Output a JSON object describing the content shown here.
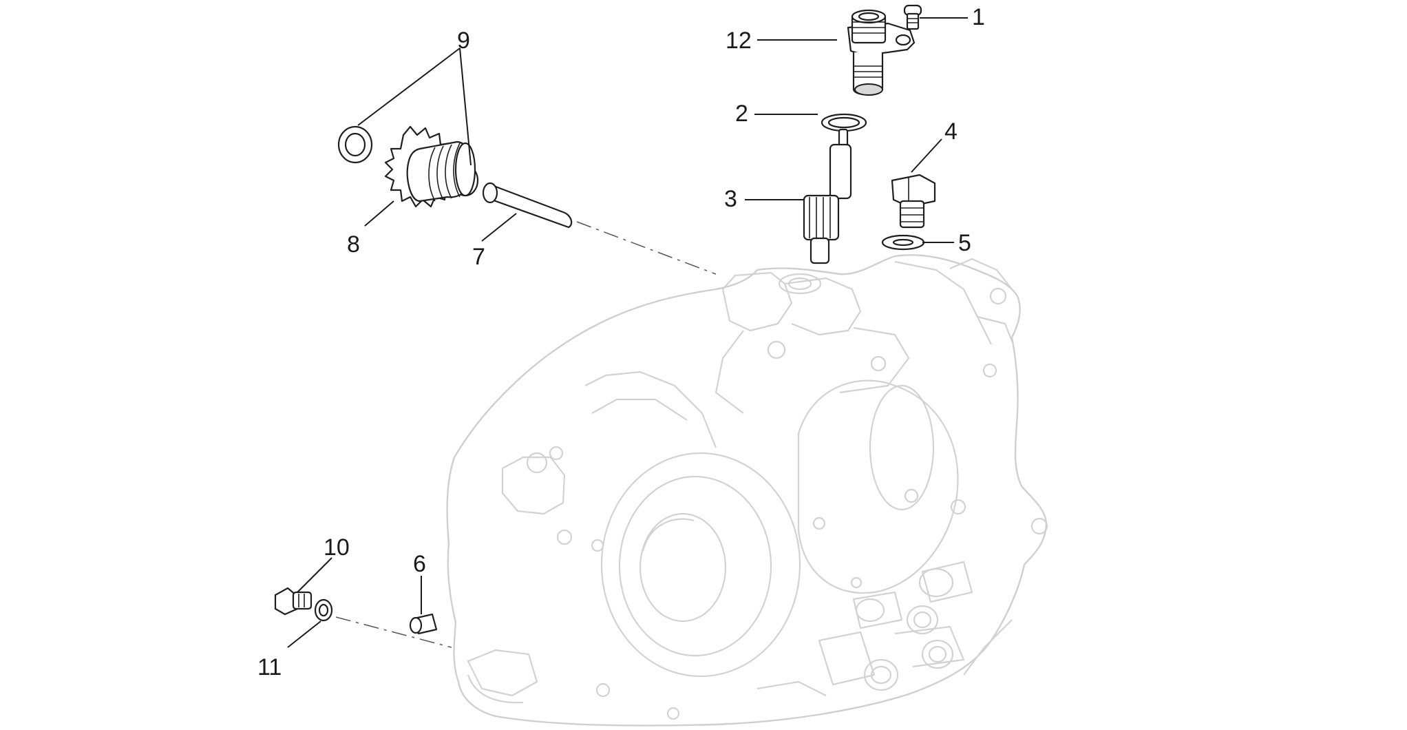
{
  "diagram": {
    "labels": {
      "p1": "1",
      "p2": "2",
      "p3": "3",
      "p4": "4",
      "p5": "5",
      "p6": "6",
      "p7": "7",
      "p8": "8",
      "p9": "9",
      "p10": "10",
      "p11": "11",
      "p12": "12"
    }
  }
}
